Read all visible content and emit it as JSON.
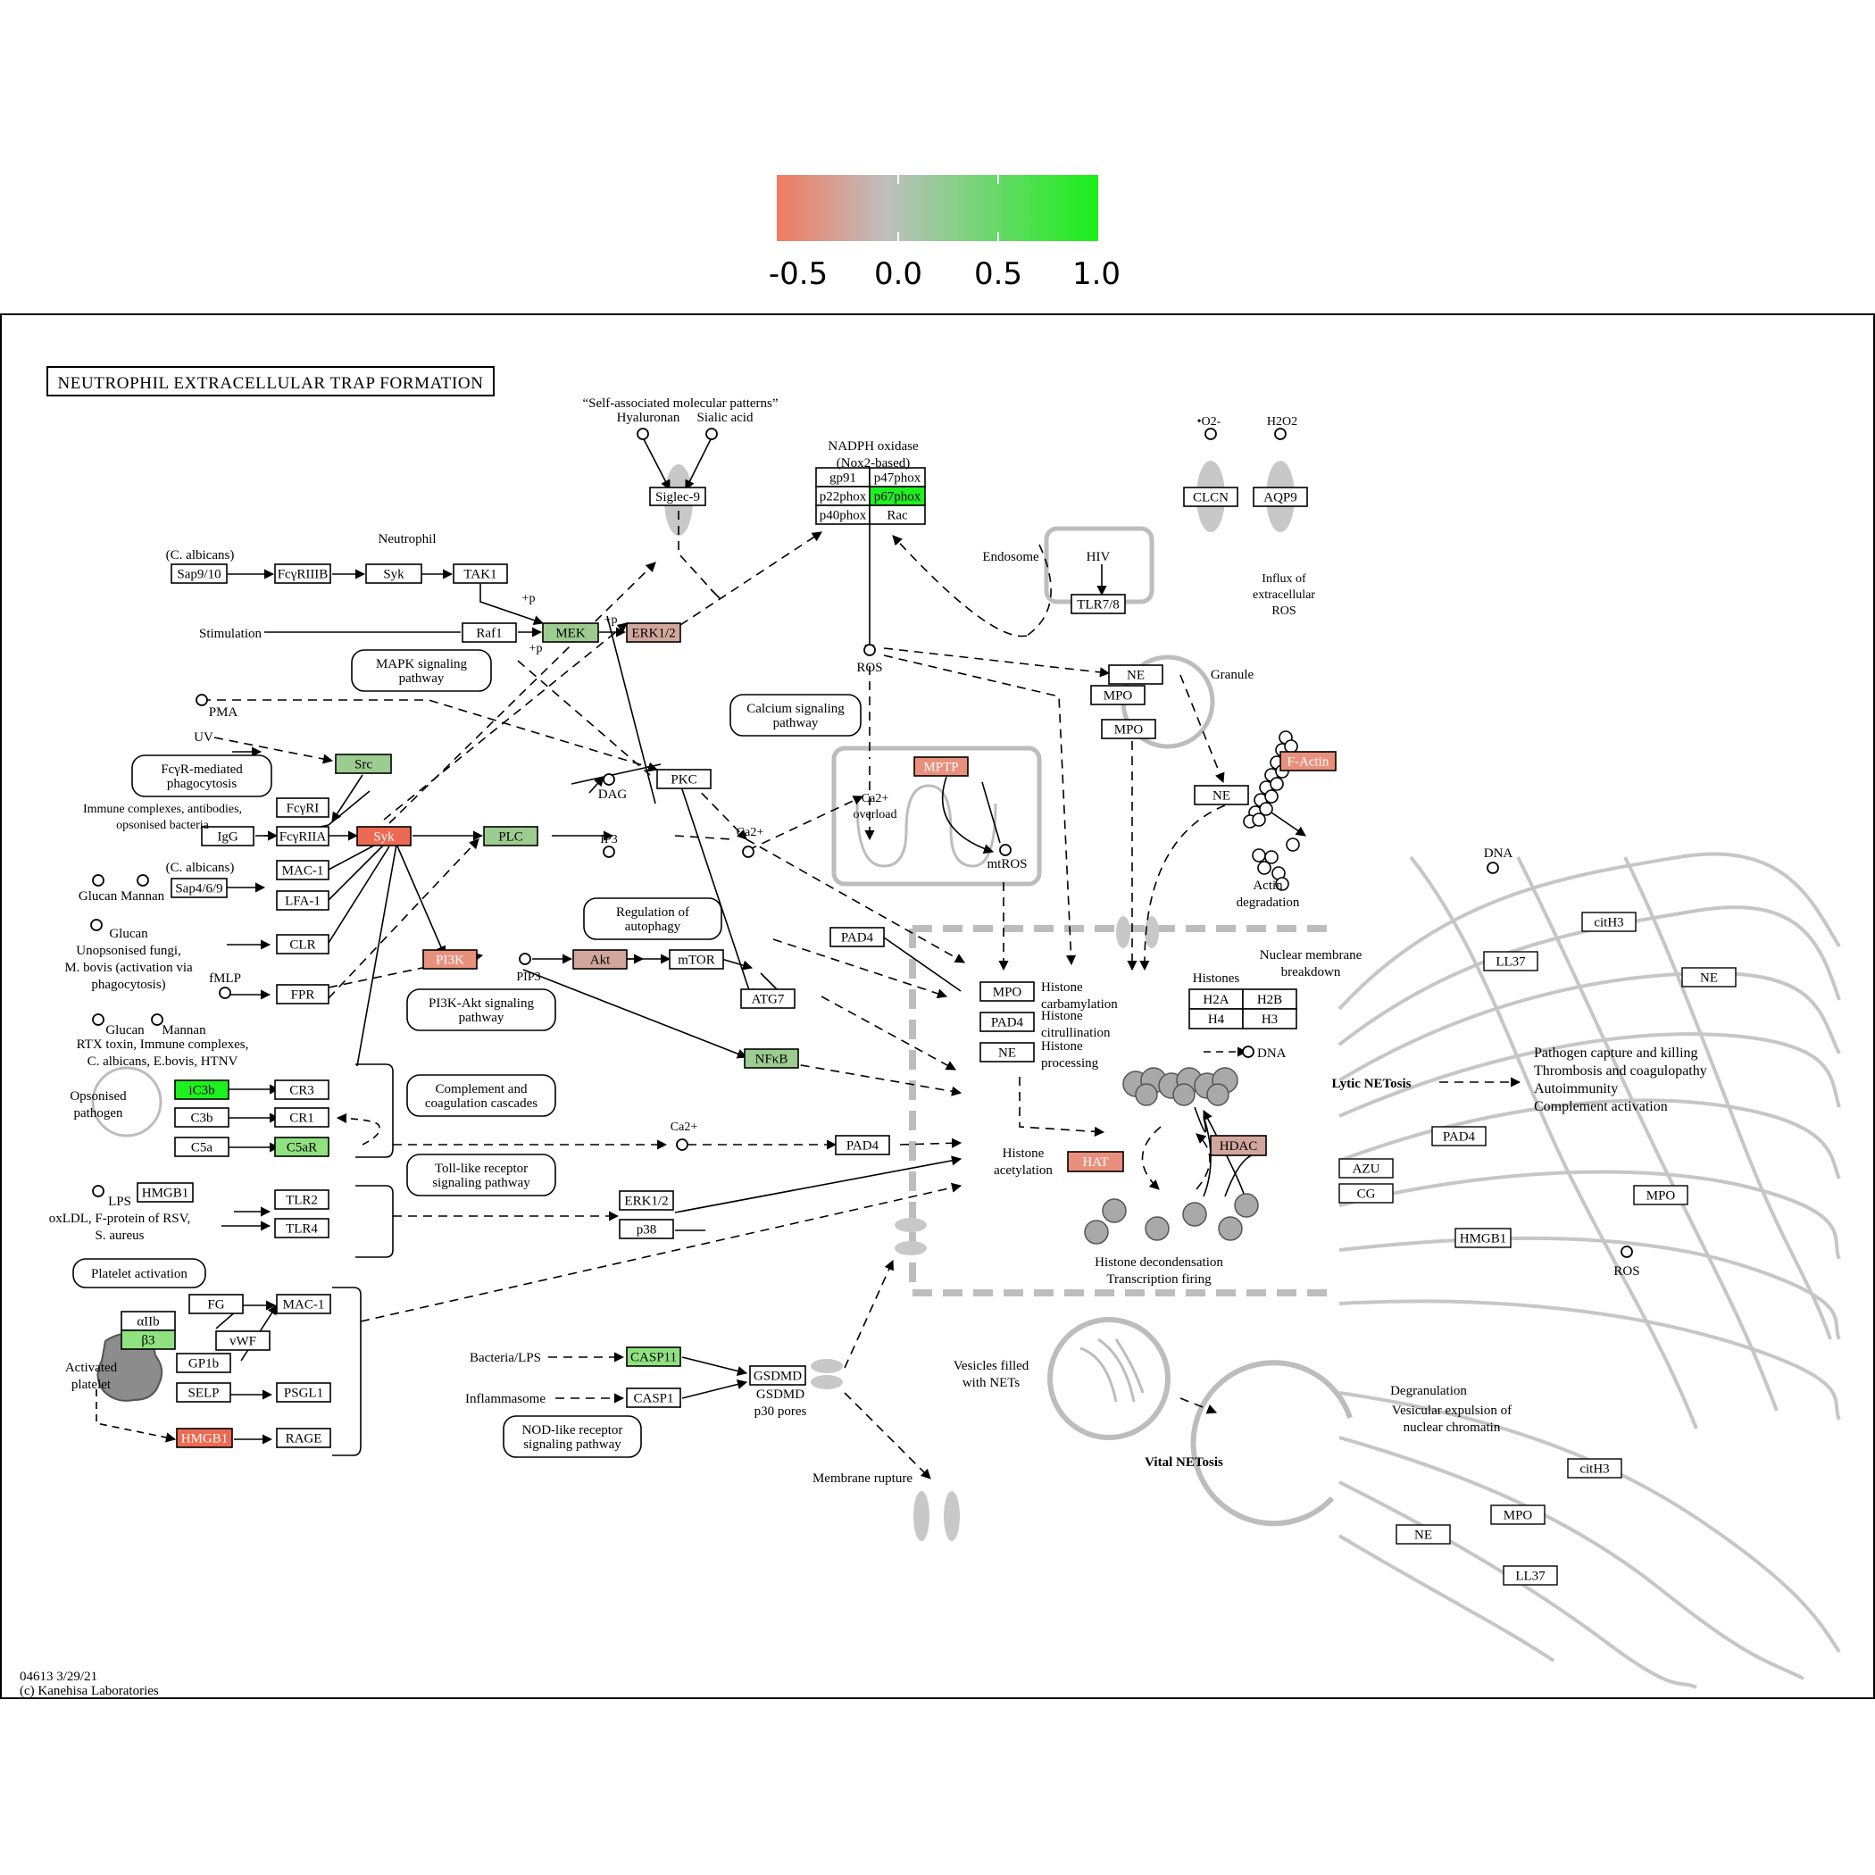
{
  "legend": {
    "ticks": [
      "-0.5",
      "0.0",
      "0.5",
      "1.0"
    ],
    "colors": {
      "low": "#f07a5f",
      "mid": "#bfbfbf",
      "high": "#19f019"
    }
  },
  "colors": {
    "red": "#ec6a52",
    "salmon": "#e9907c",
    "pink": "#d2a69c",
    "lightgreen": "#9ccc90",
    "green": "#8fe27f",
    "brightgreen": "#1ff01f",
    "line": "#000000",
    "gray": "#b7b7b7"
  },
  "title": "NEUTROPHIL EXTRACELLULAR TRAP FORMATION",
  "footer": {
    "id": "04613 3/29/21",
    "copyright": "(c) Kanehisa Laboratories"
  },
  "nodes": [
    {
      "id": "siglec9",
      "label": "Siglec-9",
      "color": "white"
    },
    {
      "id": "gp91",
      "label": "gp91",
      "color": "white"
    },
    {
      "id": "p47phox",
      "label": "p47phox",
      "color": "white"
    },
    {
      "id": "p22phox",
      "label": "p22phox",
      "color": "white"
    },
    {
      "id": "p67phox",
      "label": "p67phox",
      "color": "brightgreen"
    },
    {
      "id": "p40phox",
      "label": "p40phox",
      "color": "white"
    },
    {
      "id": "rac",
      "label": "Rac",
      "color": "white"
    },
    {
      "id": "clcn",
      "label": "CLCN",
      "color": "white"
    },
    {
      "id": "aqp9",
      "label": "AQP9",
      "color": "white"
    },
    {
      "id": "sap910",
      "label": "Sap9/10",
      "color": "white"
    },
    {
      "id": "fcyr3b",
      "label": "FcγRIIIB",
      "color": "white"
    },
    {
      "id": "syk1",
      "label": "Syk",
      "color": "white"
    },
    {
      "id": "tak1",
      "label": "TAK1",
      "color": "white"
    },
    {
      "id": "raf1",
      "label": "Raf1",
      "color": "white"
    },
    {
      "id": "mek",
      "label": "MEK",
      "color": "lightgreen"
    },
    {
      "id": "erk12a",
      "label": "ERK1/2",
      "color": "pink"
    },
    {
      "id": "tlr78",
      "label": "TLR7/8",
      "color": "white"
    },
    {
      "id": "ne1",
      "label": "NE",
      "color": "white"
    },
    {
      "id": "mpo1",
      "label": "MPO",
      "color": "white"
    },
    {
      "id": "mpo2",
      "label": "MPO",
      "color": "white"
    },
    {
      "id": "ne2",
      "label": "NE",
      "color": "white"
    },
    {
      "id": "factin",
      "label": "F-Actin",
      "color": "salmon"
    },
    {
      "id": "src",
      "label": "Src",
      "color": "lightgreen"
    },
    {
      "id": "fcyr1",
      "label": "FcγRI",
      "color": "white"
    },
    {
      "id": "igg",
      "label": "IgG",
      "color": "white"
    },
    {
      "id": "fcyr2a",
      "label": "FcγRIIA",
      "color": "white"
    },
    {
      "id": "syk2",
      "label": "Syk",
      "color": "red"
    },
    {
      "id": "plc",
      "label": "PLC",
      "color": "lightgreen"
    },
    {
      "id": "pkc",
      "label": "PKC",
      "color": "white"
    },
    {
      "id": "mptp",
      "label": "MPTP",
      "color": "salmon"
    },
    {
      "id": "mac1a",
      "label": "MAC-1",
      "color": "white"
    },
    {
      "id": "sap469",
      "label": "Sap4/6/9",
      "color": "white"
    },
    {
      "id": "lfa1",
      "label": "LFA-1",
      "color": "white"
    },
    {
      "id": "clr",
      "label": "CLR",
      "color": "white"
    },
    {
      "id": "fpr",
      "label": "FPR",
      "color": "white"
    },
    {
      "id": "pi3k",
      "label": "PI3K",
      "color": "salmon"
    },
    {
      "id": "akt",
      "label": "Akt",
      "color": "pink"
    },
    {
      "id": "mtor",
      "label": "mTOR",
      "color": "white"
    },
    {
      "id": "atg7",
      "label": "ATG7",
      "color": "white"
    },
    {
      "id": "pad4a",
      "label": "PAD4",
      "color": "white"
    },
    {
      "id": "nfkb",
      "label": "NFκB",
      "color": "lightgreen"
    },
    {
      "id": "ic3b",
      "label": "iC3b",
      "color": "brightgreen"
    },
    {
      "id": "cr3",
      "label": "CR3",
      "color": "white"
    },
    {
      "id": "c3b",
      "label": "C3b",
      "color": "white"
    },
    {
      "id": "cr1",
      "label": "CR1",
      "color": "white"
    },
    {
      "id": "c5a",
      "label": "C5a",
      "color": "white"
    },
    {
      "id": "c5ar",
      "label": "C5aR",
      "color": "green"
    },
    {
      "id": "pad4b",
      "label": "PAD4",
      "color": "white"
    },
    {
      "id": "hmgb1a",
      "label": "HMGB1",
      "color": "white"
    },
    {
      "id": "tlr2",
      "label": "TLR2",
      "color": "white"
    },
    {
      "id": "tlr4",
      "label": "TLR4",
      "color": "white"
    },
    {
      "id": "erk12b",
      "label": "ERK1/2",
      "color": "white"
    },
    {
      "id": "p38",
      "label": "p38",
      "color": "white"
    },
    {
      "id": "fg",
      "label": "FG",
      "color": "white"
    },
    {
      "id": "mac1b",
      "label": "MAC-1",
      "color": "white"
    },
    {
      "id": "aiib",
      "label": "αIIb",
      "color": "white"
    },
    {
      "id": "b3",
      "label": "β3",
      "color": "green"
    },
    {
      "id": "vwf",
      "label": "vWF",
      "color": "white"
    },
    {
      "id": "gp1b",
      "label": "GP1b",
      "color": "white"
    },
    {
      "id": "selp",
      "label": "SELP",
      "color": "white"
    },
    {
      "id": "psgl1",
      "label": "PSGL1",
      "color": "white"
    },
    {
      "id": "hmgb1b",
      "label": "HMGB1",
      "color": "red"
    },
    {
      "id": "rage",
      "label": "RAGE",
      "color": "white"
    },
    {
      "id": "casp11",
      "label": "CASP11",
      "color": "green"
    },
    {
      "id": "casp1",
      "label": "CASP1",
      "color": "white"
    },
    {
      "id": "gsdmd",
      "label": "GSDMD",
      "color": "white"
    },
    {
      "id": "mpo3",
      "label": "MPO",
      "color": "white"
    },
    {
      "id": "pad4c",
      "label": "PAD4",
      "color": "white"
    },
    {
      "id": "ne3",
      "label": "NE",
      "color": "white"
    },
    {
      "id": "h2a",
      "label": "H2A",
      "color": "white"
    },
    {
      "id": "h2b",
      "label": "H2B",
      "color": "white"
    },
    {
      "id": "h4",
      "label": "H4",
      "color": "white"
    },
    {
      "id": "h3",
      "label": "H3",
      "color": "white"
    },
    {
      "id": "hat",
      "label": "HAT",
      "color": "salmon"
    },
    {
      "id": "hdac",
      "label": "HDAC",
      "color": "pink"
    }
  ],
  "net_boxes": [
    {
      "id": "cith3a",
      "label": "citH3"
    },
    {
      "id": "ll37a",
      "label": "LL37"
    },
    {
      "id": "ne4",
      "label": "NE"
    },
    {
      "id": "pad4d",
      "label": "PAD4"
    },
    {
      "id": "azu",
      "label": "AZU"
    },
    {
      "id": "cg",
      "label": "CG"
    },
    {
      "id": "mpo4",
      "label": "MPO"
    },
    {
      "id": "hmgb1c",
      "label": "HMGB1"
    },
    {
      "id": "cith3b",
      "label": "citH3"
    },
    {
      "id": "mpo5",
      "label": "MPO"
    },
    {
      "id": "ne5",
      "label": "NE"
    },
    {
      "id": "ll37b",
      "label": "LL37"
    }
  ],
  "pathway_links": [
    {
      "id": "mapk",
      "lines": [
        "MAPK signaling",
        "pathway"
      ]
    },
    {
      "id": "calcium",
      "lines": [
        "Calcium signaling",
        "pathway"
      ]
    },
    {
      "id": "fcyr-phago",
      "lines": [
        "FcγR-mediated",
        "phagocytosis"
      ]
    },
    {
      "id": "autophagy",
      "lines": [
        "Regulation of",
        "autophagy"
      ]
    },
    {
      "id": "pi3k-akt",
      "lines": [
        "PI3K-Akt signaling",
        "pathway"
      ]
    },
    {
      "id": "complement",
      "lines": [
        "Complement and",
        "coagulation cascades"
      ]
    },
    {
      "id": "toll",
      "lines": [
        "Toll-like receptor",
        "signaling pathway"
      ]
    },
    {
      "id": "platelet",
      "lines": [
        "Platelet activation"
      ]
    },
    {
      "id": "nod",
      "lines": [
        "NOD-like receptor",
        "signaling pathway"
      ]
    }
  ],
  "labels": [
    {
      "id": "l-smp",
      "lines": [
        "“Self-associated molecular patterns”"
      ]
    },
    {
      "id": "l-hyal",
      "lines": [
        "Hyaluronan"
      ]
    },
    {
      "id": "l-sialic",
      "lines": [
        "Sialic acid"
      ]
    },
    {
      "id": "l-nadph",
      "lines": [
        "NADPH oxidase",
        "(Nox2-based)"
      ]
    },
    {
      "id": "l-o2",
      "lines": [
        "•O2-"
      ]
    },
    {
      "id": "l-h2o2",
      "lines": [
        "H2O2"
      ]
    },
    {
      "id": "l-influx",
      "lines": [
        "Influx of",
        "extracellular",
        "ROS"
      ]
    },
    {
      "id": "l-neutrophil",
      "lines": [
        "Neutrophil"
      ]
    },
    {
      "id": "l-calb1",
      "lines": [
        "(C. albicans)"
      ]
    },
    {
      "id": "l-endosome",
      "lines": [
        "Endosome"
      ]
    },
    {
      "id": "l-hiv",
      "lines": [
        "HIV"
      ]
    },
    {
      "id": "l-stim",
      "lines": [
        "Stimulation"
      ]
    },
    {
      "id": "l-p1",
      "lines": [
        "+p"
      ]
    },
    {
      "id": "l-p2",
      "lines": [
        "+p"
      ]
    },
    {
      "id": "l-p3",
      "lines": [
        "+p"
      ]
    },
    {
      "id": "l-ros1",
      "lines": [
        "ROS"
      ]
    },
    {
      "id": "l-granule",
      "lines": [
        "Granule"
      ]
    },
    {
      "id": "l-pma",
      "lines": [
        "PMA"
      ]
    },
    {
      "id": "l-uv",
      "lines": [
        "UV"
      ]
    },
    {
      "id": "l-immune",
      "lines": [
        "Immune complexes, antibodies,",
        "opsonised bacteria"
      ]
    },
    {
      "id": "l-dag",
      "lines": [
        "DAG"
      ]
    },
    {
      "id": "l-ip3",
      "lines": [
        "IP3"
      ]
    },
    {
      "id": "l-ca1",
      "lines": [
        "Ca2+"
      ]
    },
    {
      "id": "l-caover",
      "lines": [
        "Ca2+",
        "overload"
      ]
    },
    {
      "id": "l-mtros",
      "lines": [
        "mtROS"
      ]
    },
    {
      "id": "l-actdeg",
      "lines": [
        "Actin",
        "degradation"
      ]
    },
    {
      "id": "l-calb2",
      "lines": [
        "(C. albicans)"
      ]
    },
    {
      "id": "l-glucman",
      "lines": [
        "Glucan Mannan"
      ]
    },
    {
      "id": "l-glucan1",
      "lines": [
        "Glucan",
        "Unopsonised fungi,",
        "M. bovis (activation via",
        "phagocytosis)"
      ]
    },
    {
      "id": "l-fmlp",
      "lines": [
        "fMLP"
      ]
    },
    {
      "id": "l-pip3",
      "lines": [
        "PIP3"
      ]
    },
    {
      "id": "l-dna1",
      "lines": [
        "DNA"
      ]
    },
    {
      "id": "l-nucmem",
      "lines": [
        "Nuclear membrane",
        "breakdown"
      ]
    },
    {
      "id": "l-histones",
      "lines": [
        "Histones"
      ]
    },
    {
      "id": "l-hcarb",
      "lines": [
        "Histone",
        "carbamylation"
      ]
    },
    {
      "id": "l-hcit",
      "lines": [
        "Histone",
        "citrullination"
      ]
    },
    {
      "id": "l-hproc",
      "lines": [
        "Histone",
        "processing"
      ]
    },
    {
      "id": "l-dna2",
      "lines": [
        "DNA"
      ]
    },
    {
      "id": "l-glucan2",
      "lines": [
        "Glucan"
      ]
    },
    {
      "id": "l-mannan2",
      "lines": [
        "Mannan"
      ]
    },
    {
      "id": "l-rtx",
      "lines": [
        "RTX toxin, Immune complexes,",
        "C. albicans, E.bovis, HTNV"
      ]
    },
    {
      "id": "l-opson",
      "lines": [
        "Opsonised",
        "pathogen"
      ]
    },
    {
      "id": "l-ca2",
      "lines": [
        "Ca2+"
      ]
    },
    {
      "id": "l-hacet",
      "lines": [
        "Histone",
        "acetylation"
      ]
    },
    {
      "id": "l-lytic",
      "lines": [
        "Lytic NETosis"
      ]
    },
    {
      "id": "l-patho",
      "lines": [
        "Pathogen capture and killing",
        "Thrombosis and coagulopathy",
        "Autoimmunity",
        "Complement activation"
      ]
    },
    {
      "id": "l-lps",
      "lines": [
        "LPS",
        "oxLDL, F-protein of RSV,",
        "S. aureus"
      ]
    },
    {
      "id": "l-hdecon",
      "lines": [
        "Histone decondensation",
        "Transcription firing"
      ]
    },
    {
      "id": "l-ros2",
      "lines": [
        "ROS"
      ]
    },
    {
      "id": "l-actplt",
      "lines": [
        "Activated",
        "platelet"
      ]
    },
    {
      "id": "l-bactlps",
      "lines": [
        "Bacteria/LPS"
      ]
    },
    {
      "id": "l-inflam",
      "lines": [
        "Inflammasome"
      ]
    },
    {
      "id": "l-gsdmd",
      "lines": [
        "GSDMD",
        "p30 pores"
      ]
    },
    {
      "id": "l-vesicles",
      "lines": [
        "Vesicles filled",
        "with NETs"
      ]
    },
    {
      "id": "l-degran",
      "lines": [
        "Degranulation"
      ]
    },
    {
      "id": "l-vesexp",
      "lines": [
        "Vesicular expulsion of",
        "nuclear chromatin"
      ]
    },
    {
      "id": "l-vital",
      "lines": [
        "Vital NETosis"
      ]
    },
    {
      "id": "l-membrupt",
      "lines": [
        "Membrane rupture"
      ]
    }
  ]
}
